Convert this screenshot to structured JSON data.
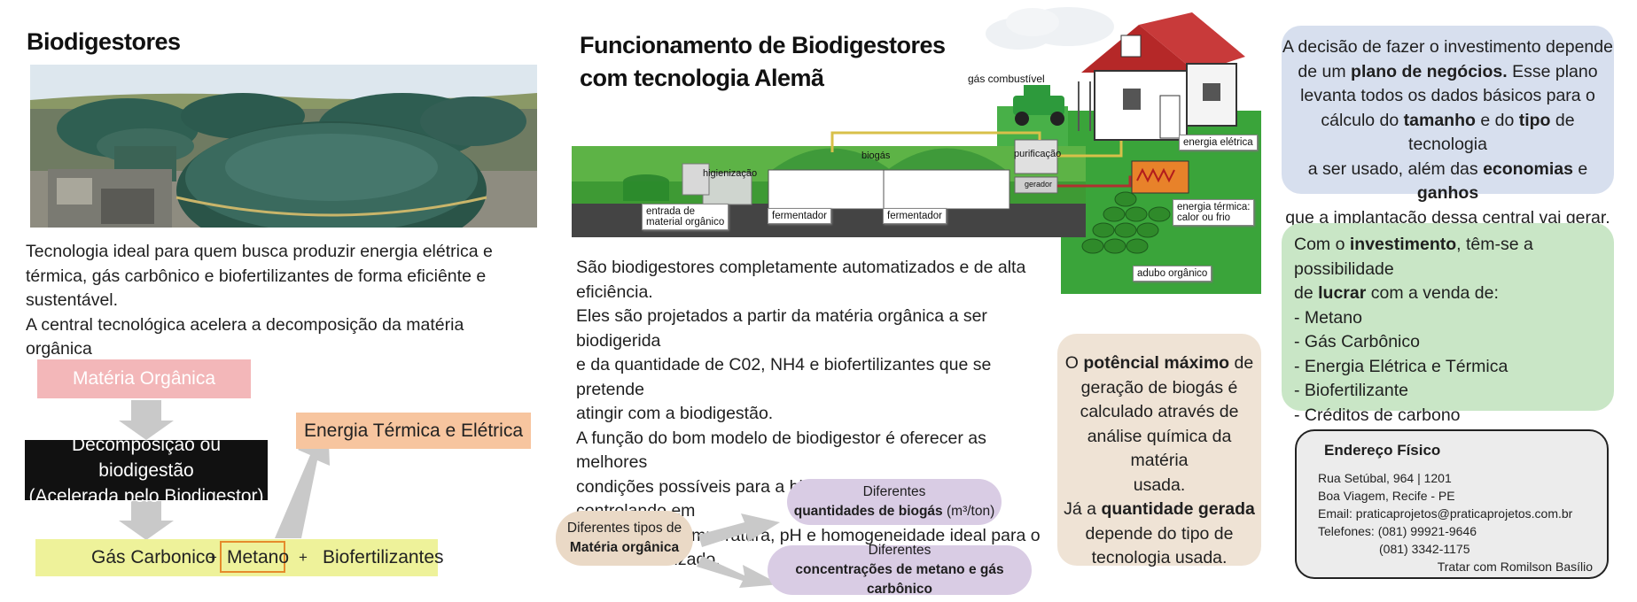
{
  "left": {
    "title": "Biodigestores",
    "description": [
      "Tecnologia ideal para quem busca produzir energia elétrica e",
      "térmica, gás carbônico e biofertilizantes de forma eficiênte e",
      "sustentável.",
      "A central tecnológica acelera a decomposição da matéria orgânica"
    ],
    "flow": {
      "materia": "Matéria Orgânica",
      "decomposicao_1": "Decomposição ou biodigestão",
      "decomposicao_2": "(Acelerada pelo Biodigestor)",
      "energia": "Energia Térmica e Elétrica",
      "gas": "Gás Carbonico",
      "plus1": "+",
      "metano": "Metano",
      "plus2": "+",
      "bio": "Biofertilizantes"
    }
  },
  "middle": {
    "title_1": "Funcionamento de Biodigestores",
    "title_2": "com tecnologia Alemã",
    "diagram_labels": {
      "gas_combustivel": "gás combustível",
      "higienizacao": "higienização",
      "biogas": "biogás",
      "purificacao": "purificação",
      "gerador": "gerador",
      "energia_eletrica": "energia elétrica",
      "entrada_1": "entrada de",
      "entrada_2": "material orgânico",
      "fermentador_1": "fermentador",
      "fermentador_2": "fermentador",
      "energia_termica_1": "energia térmica:",
      "energia_termica_2": "calor ou frio",
      "adubo": "adubo orgânico"
    },
    "body": [
      "São biodigestores completamente automatizados e de alta",
      "eficiência.",
      "Eles são projetados a partir da matéria orgânica a ser biodigerida",
      "e da quantidade de C02, NH4 e biofertilizantes que se pretende",
      "atingir com a biodigestão.",
      "A função do bom modelo de biodigestor é oferecer as melhores",
      "condições possíveis para a biodigestão acontecer, controlando em",
      "tempo real a temperatura, pH e homogeneidade ideal para o",
      "substrato utilizado."
    ],
    "pill_tipos_1": "Diferentes tipos de",
    "pill_tipos_2": "Matéria orgânica",
    "pill_biogas_1": "Diferentes",
    "pill_biogas_2": "quantidades de biogás",
    "pill_biogas_unit": "(m³/ton)",
    "pill_metano_1": "Diferentes",
    "pill_metano_2": "concentrações de metano e gás carbônico"
  },
  "beige": {
    "l1a": "O ",
    "l1b": "potêncial máximo",
    "l1c": " de",
    "l2": "geração de biogás é",
    "l3": "calculado através de",
    "l4": "análise química da matéria",
    "l5": "usada.",
    "l6a": "Já a ",
    "l6b": "quantidade gerada",
    "l7": "depende do tipo de",
    "l8": "tecnologia usada."
  },
  "blue": {
    "l1": "A decisão de fazer o investimento depende",
    "l2a": "de um ",
    "l2b": "plano de negócios.",
    "l2c": " Esse plano",
    "l3": "levanta todos os dados básicos para o",
    "l4a": "cálculo do ",
    "l4b": "tamanho",
    "l4c": " e do ",
    "l4d": "tipo",
    "l4e": " de tecnologia",
    "l5a": "a ser usado, além das ",
    "l5b": "economias",
    "l5c": " e ",
    "l5d": "ganhos",
    "l6": "que a implantação dessa central vai gerar."
  },
  "green": {
    "l1a": "Com o ",
    "l1b": "investimento",
    "l1c": ", têm-se a possibilidade",
    "l2a": "de ",
    "l2b": "lucrar",
    "l2c": " com a venda de:",
    "items": [
      "- Metano",
      "- Gás Carbônico",
      "- Energia Elétrica e Térmica",
      "- Biofertilizante",
      "- Créditos de carbono"
    ]
  },
  "address": {
    "title": "Endereço Físico",
    "street": "Rua Setúbal, 964 | 1201",
    "city": "Boa Viagem, Recife - PE",
    "email": "Email: praticaprojetos@praticaprojetos.com.br",
    "phone1": "Telefones: (081) 99921-9646",
    "phone2": "(081) 3342-1175",
    "contact": "Tratar com Romilson Basílio"
  }
}
